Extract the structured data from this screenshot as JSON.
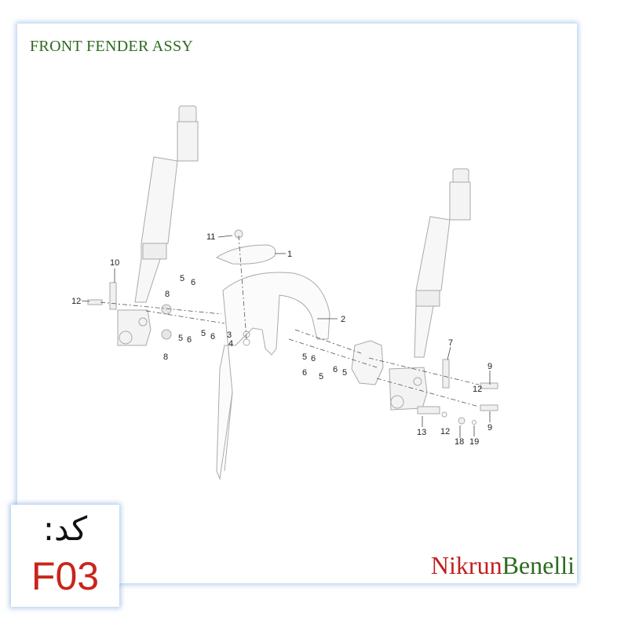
{
  "title": "FRONT FENDER ASSY",
  "code": {
    "label": "کد:",
    "value": "F03"
  },
  "brand": {
    "part1": "Nikrun",
    "part2": "Benelli"
  },
  "callouts": [
    "1",
    "2",
    "3",
    "4",
    "5",
    "6",
    "7",
    "8",
    "9",
    "10",
    "11",
    "12",
    "13",
    "18",
    "19"
  ],
  "colors": {
    "title": "#2d6a1e",
    "code_value": "#c9241b",
    "brand_red": "#c21f1f",
    "brand_green": "#2c6a1f"
  }
}
